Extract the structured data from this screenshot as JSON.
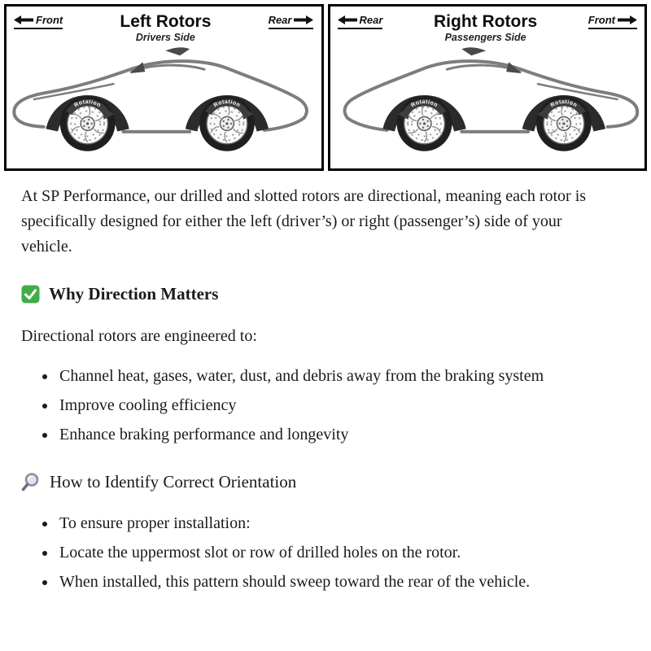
{
  "diagram": {
    "left_panel": {
      "front_label": "Front",
      "rear_label": "Rear",
      "title": "Left Rotors",
      "subtitle": "Drivers Side",
      "rotation_label": "Rotation"
    },
    "right_panel": {
      "rear_label": "Rear",
      "front_label": "Front",
      "title": "Right Rotors",
      "subtitle": "Passengers Side",
      "rotation_label": "Rotation"
    }
  },
  "content": {
    "intro": "At SP Performance, our drilled and slotted rotors are directional, meaning each rotor is specifically designed for either the left (driver’s) or right (passenger’s) side of your vehicle.",
    "section1": {
      "icon": "check-mark-icon",
      "heading": "Why Direction Matters",
      "lead": "Directional rotors are engineered to:",
      "bullets": [
        "Channel heat, gases, water, dust, and debris away from the braking system",
        "Improve cooling efficiency",
        "Enhance braking performance and longevity"
      ]
    },
    "section2": {
      "icon": "magnifier-icon",
      "heading": "How to Identify Correct Orientation",
      "bullets": [
        "To ensure proper installation:",
        "Locate the uppermost slot or row of drilled holes on the rotor.",
        "When installed, this pattern should sweep toward the rear of the vehicle."
      ]
    }
  },
  "colors": {
    "check_green": "#3fae49",
    "diagram_border": "#000000",
    "text": "#1a1a1a"
  }
}
